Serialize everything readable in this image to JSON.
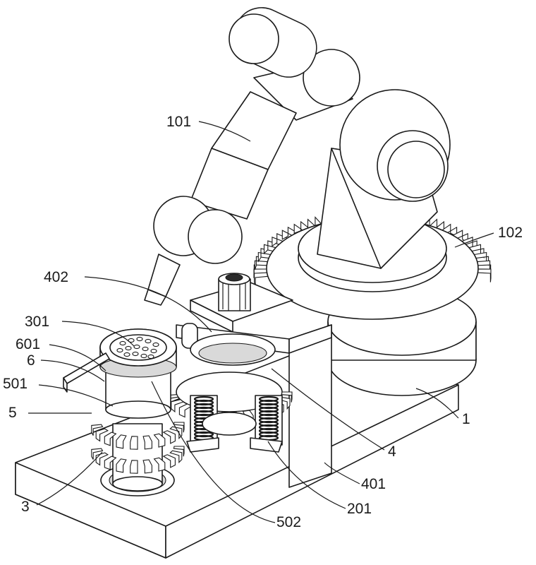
{
  "callouts": [
    {
      "id": "101",
      "text": "101"
    },
    {
      "id": "102",
      "text": "102"
    },
    {
      "id": "402",
      "text": "402"
    },
    {
      "id": "301",
      "text": "301"
    },
    {
      "id": "601",
      "text": "601"
    },
    {
      "id": "6",
      "text": "6"
    },
    {
      "id": "501",
      "text": "501"
    },
    {
      "id": "5",
      "text": "5"
    },
    {
      "id": "1",
      "text": "1"
    },
    {
      "id": "4",
      "text": "4"
    },
    {
      "id": "401",
      "text": "401"
    },
    {
      "id": "3",
      "text": "3"
    },
    {
      "id": "201",
      "text": "201"
    },
    {
      "id": "502",
      "text": "502"
    }
  ]
}
